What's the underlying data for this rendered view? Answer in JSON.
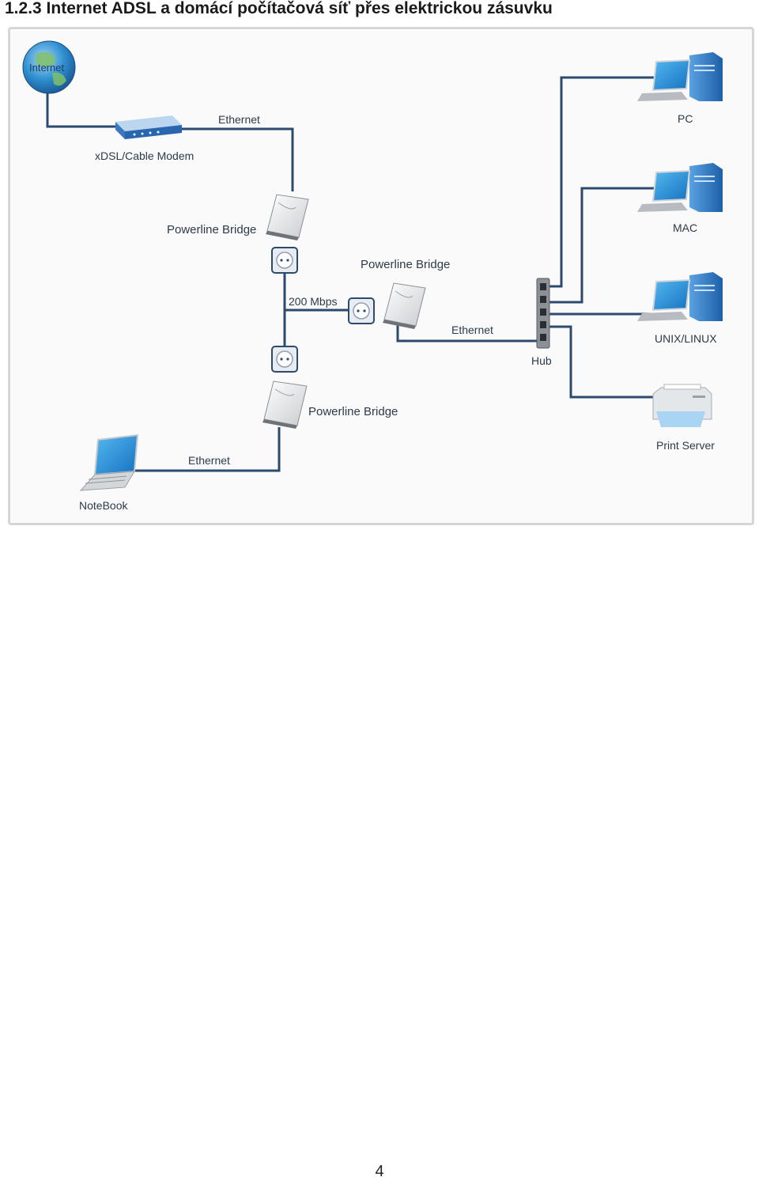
{
  "heading": "1.2.3 Internet ADSL a domácí počítačová síť přes elektrickou zásuvku",
  "diagram": {
    "internet": "Internet",
    "modem": "xDSL/Cable Modem",
    "ethernet_top": "Ethernet",
    "bridge_top": "Powerline Bridge",
    "bridge_mid": "Powerline Bridge",
    "bridge_bottom": "Powerline Bridge",
    "speed": "200 Mbps",
    "ethernet_mid": "Ethernet",
    "ethernet_bottom": "Ethernet",
    "hub": "Hub",
    "pc": "PC",
    "mac": "MAC",
    "unix": "UNIX/LINUX",
    "print_server": "Print Server",
    "notebook": "NoteBook"
  },
  "page_number": "4",
  "colors": {
    "wire": "#2c4a6e",
    "screen": "#1e8fd6",
    "tower": "#2f78c8",
    "frame": "#d6d6d6"
  }
}
